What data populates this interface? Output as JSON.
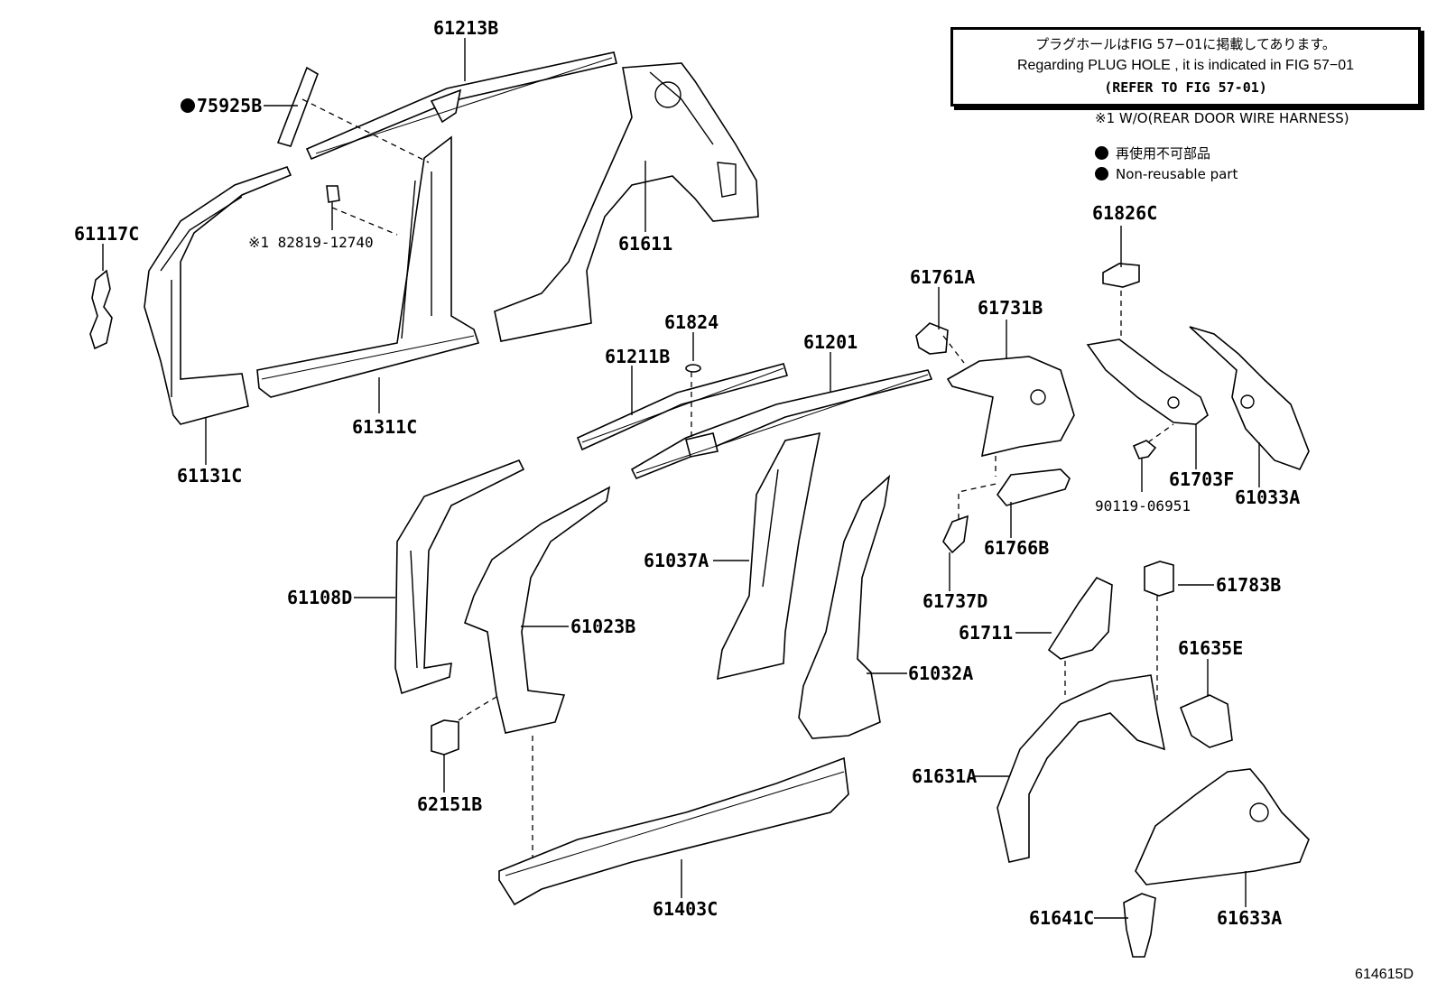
{
  "note": {
    "line_jp": "プラグホールはFIG 57−01に掲載してあります。",
    "line_en": "Regarding PLUG HOLE , it is indicated in FIG 57−01",
    "line_ref": "(REFER TO FIG 57-01)"
  },
  "legend": {
    "wo_note": "※1 W/O(REAR DOOR WIRE HARNESS)",
    "nonreusable_jp": "再使用不可部品",
    "nonreusable_en": "Non-reusable part"
  },
  "parts": {
    "p61213B": "61213B",
    "p75925B": "75925B",
    "p61117C": "61117C",
    "p82819": "※1 82819-12740",
    "p61611": "61611",
    "p61311C": "61311C",
    "p61131C": "61131C",
    "p61826C": "61826C",
    "p61761A": "61761A",
    "p61731B": "61731B",
    "p61824": "61824",
    "p61201": "61201",
    "p61211B": "61211B",
    "p61703F": "61703F",
    "p61033A": "61033A",
    "p90119": "90119-06951",
    "p61037A": "61037A",
    "p61766B": "61766B",
    "p61108D": "61108D",
    "p61023B": "61023B",
    "p61737D": "61737D",
    "p61783B": "61783B",
    "p61711": "61711",
    "p61032A": "61032A",
    "p61635E": "61635E",
    "p61631A": "61631A",
    "p62151B": "62151B",
    "p61403C": "61403C",
    "p61641C": "61641C",
    "p61633A": "61633A"
  },
  "diagram_code": "614615D"
}
